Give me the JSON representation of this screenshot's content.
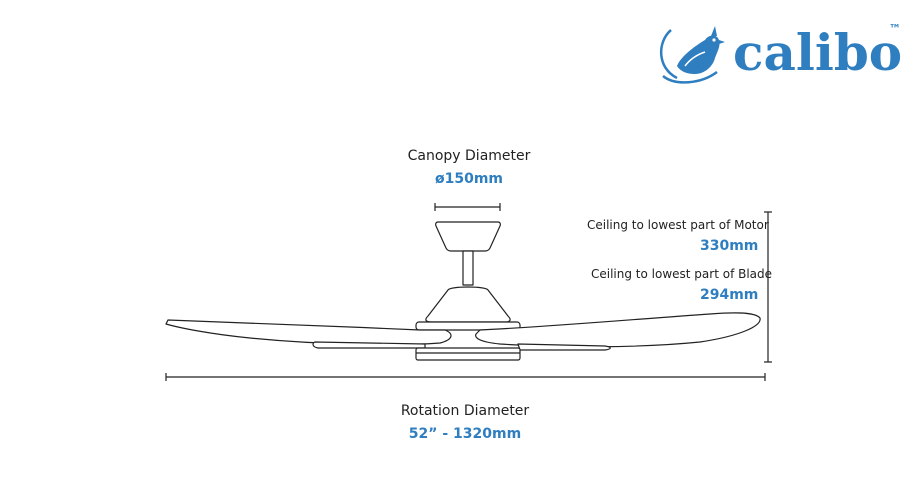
{
  "brand": {
    "name": "calibo",
    "trademark": "™",
    "color": "#2e7ec0",
    "icon": "bird-icon"
  },
  "dimensions": {
    "canopy": {
      "label": "Canopy Diameter",
      "value": "ø150mm"
    },
    "motor": {
      "label": "Ceiling to lowest part of Motor",
      "value": "330mm"
    },
    "blade": {
      "label": "Ceiling to lowest part of Blade",
      "value": "294mm"
    },
    "rotation": {
      "label": "Rotation Diameter",
      "value": "52” - 1320mm"
    }
  },
  "colors": {
    "line": "#222222",
    "accent": "#2e7ec0"
  }
}
